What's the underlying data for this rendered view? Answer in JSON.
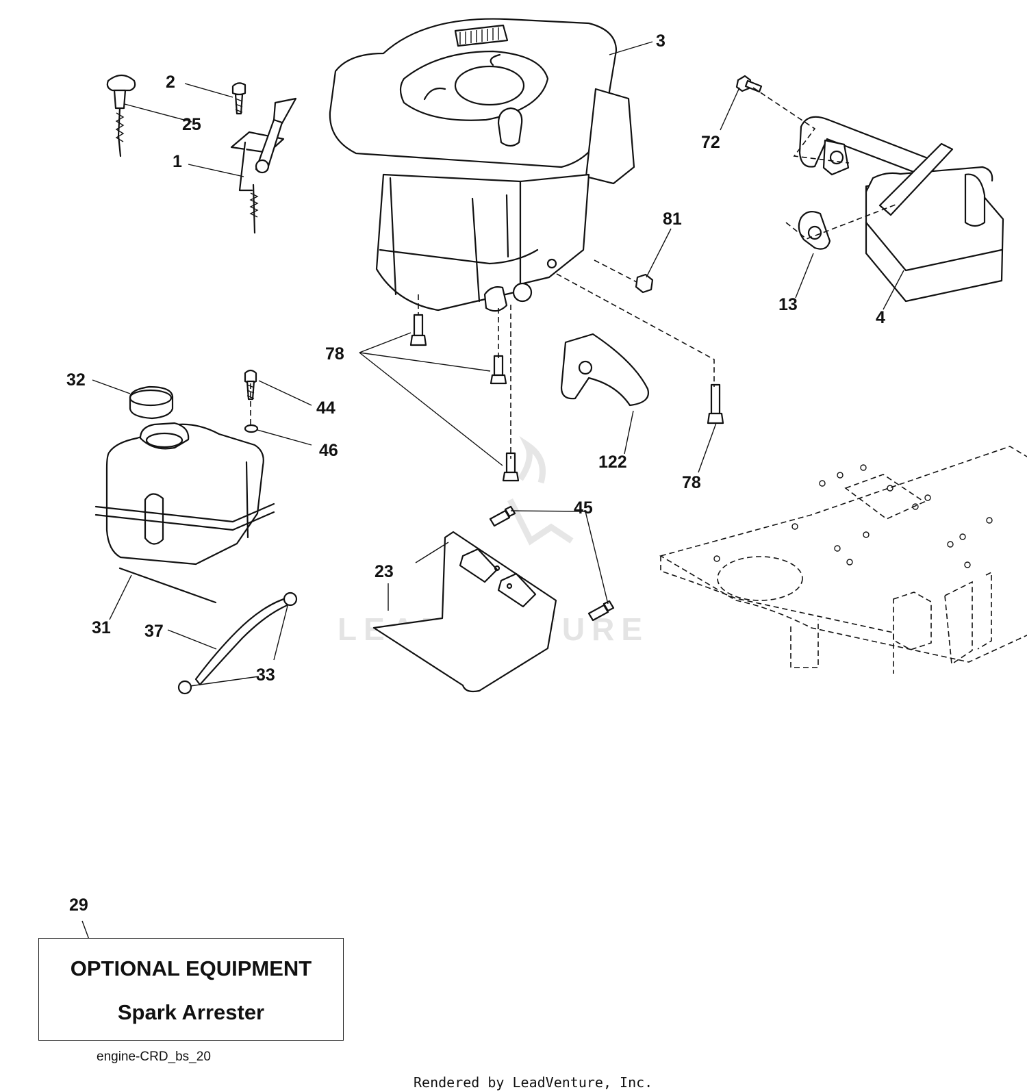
{
  "callouts": {
    "c1": "1",
    "c2": "2",
    "c3": "3",
    "c4": "4",
    "c13": "13",
    "c23": "23",
    "c25": "25",
    "c29": "29",
    "c31": "31",
    "c32": "32",
    "c33": "33",
    "c37": "37",
    "c44": "44",
    "c45": "45",
    "c46": "46",
    "c72": "72",
    "c78a": "78",
    "c78b": "78",
    "c81": "81",
    "c122": "122"
  },
  "optional_equipment": {
    "title": "OPTIONAL EQUIPMENT",
    "subtitle": "Spark Arrester"
  },
  "diagram_code": "engine-CRD_bs_20",
  "render_credit": "Rendered by LeadVenture, Inc.",
  "watermark": "LEADVENTURE"
}
